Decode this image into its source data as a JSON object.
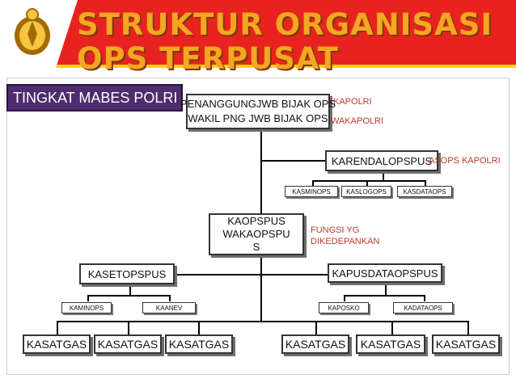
{
  "title": "STRUKTUR ORGANISASI OPS TERPUSAT",
  "side_label": "TINGKAT MABES POLRI",
  "top": {
    "line1": "PENANGGUNGJWB BIJAK OPS",
    "line2": "WAKIL PNG JWB BIJAK OPS",
    "note1": "KAPOLRI",
    "note2": "WAKAPOLRI"
  },
  "karendal": {
    "label": "KARENDALOPSPUS",
    "note": "ASOPS KAPOLRI",
    "subs": [
      "KASMINOPS",
      "KASLOGOPS",
      "KASDATAOPS"
    ]
  },
  "kaops": {
    "line1": "KAOPSPUS",
    "line2": "WAKAOPSPU",
    "line3": "S",
    "note_line1": "FUNGSI YG",
    "note_line2": "DIKEDEPANKAN"
  },
  "kaset": {
    "label": "KASETOPSPUS",
    "subs": [
      "KAMINOPS",
      "KAANEV"
    ]
  },
  "kapusdata": {
    "label": "KAPUSDATAOPSPUS",
    "subs": [
      "KAPOSKO",
      "KADATAOPS"
    ]
  },
  "kasatgas": [
    "KASATGAS",
    "KASATGAS",
    "KASATGAS",
    "KASATGAS",
    "KASATGAS",
    "KASATGAS"
  ],
  "colors": {
    "header_red": "#e8231f",
    "title_orange": "#f5a623",
    "side_purple": "#4e2c6f",
    "note_red": "#c0392b"
  }
}
